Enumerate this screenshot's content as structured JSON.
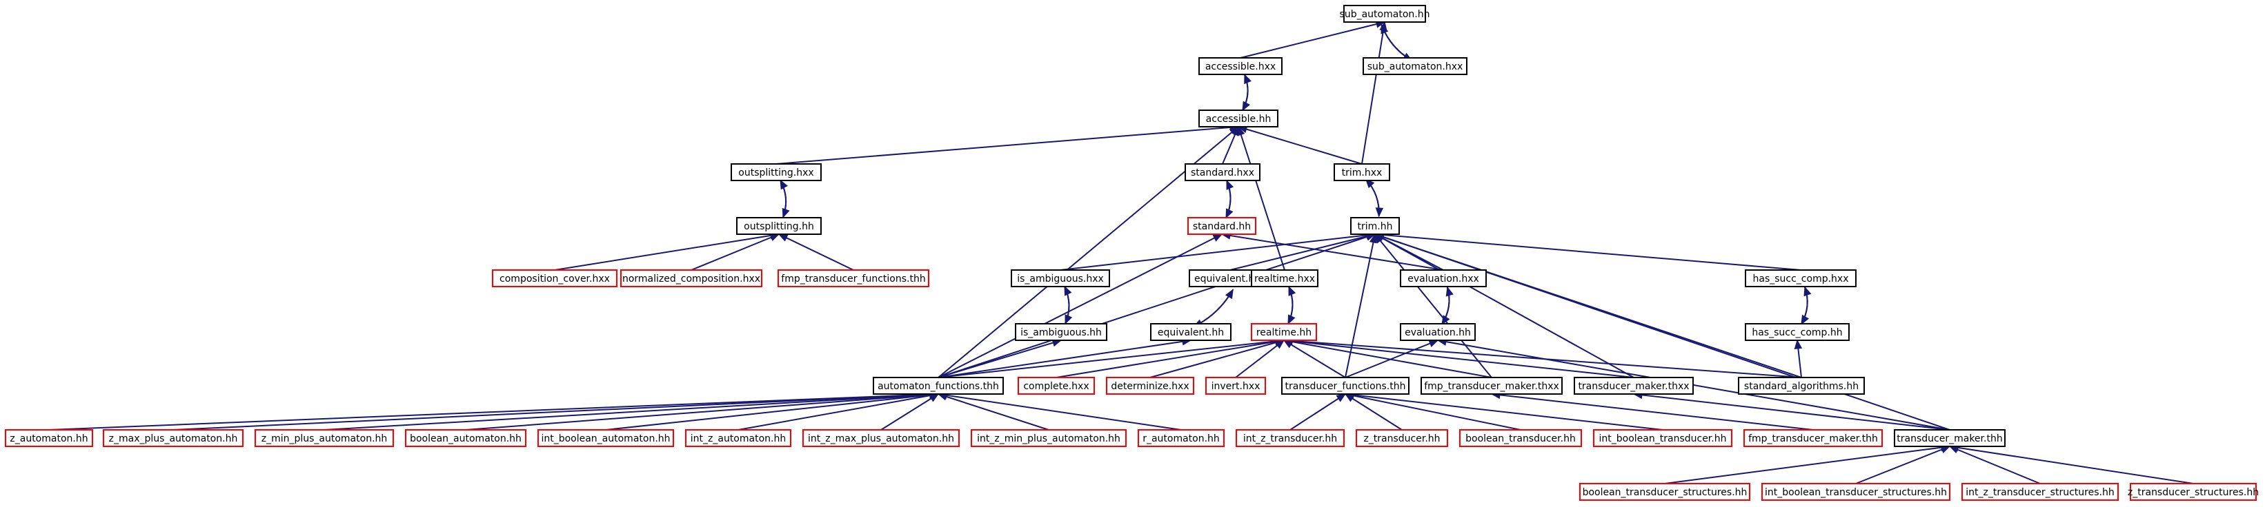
{
  "colors": {
    "edge": "#191970",
    "border_black": "#000000",
    "border_red": "#ff0000",
    "root_fill": "#bfbfbf"
  },
  "nodes": [
    {
      "id": "sub_automaton_hh",
      "label": "sub_automaton.hh",
      "style": "root"
    },
    {
      "id": "accessible_hxx",
      "label": "accessible.hxx",
      "style": "black"
    },
    {
      "id": "sub_automaton_hxx",
      "label": "sub_automaton.hxx",
      "style": "black"
    },
    {
      "id": "accessible_hh",
      "label": "accessible.hh",
      "style": "black"
    },
    {
      "id": "outsplitting_hxx",
      "label": "outsplitting.hxx",
      "style": "black"
    },
    {
      "id": "standard_hxx",
      "label": "standard.hxx",
      "style": "black"
    },
    {
      "id": "trim_hxx",
      "label": "trim.hxx",
      "style": "black"
    },
    {
      "id": "outsplitting_hh",
      "label": "outsplitting.hh",
      "style": "black"
    },
    {
      "id": "standard_hh",
      "label": "standard.hh",
      "style": "red"
    },
    {
      "id": "trim_hh",
      "label": "trim.hh",
      "style": "black"
    },
    {
      "id": "composition_cover_hxx",
      "label": "composition_cover.hxx",
      "style": "red"
    },
    {
      "id": "normalized_composition_hxx",
      "label": "normalized_composition.hxx",
      "style": "red"
    },
    {
      "id": "fmp_transducer_functions_thh",
      "label": "fmp_transducer_functions.thh",
      "style": "red"
    },
    {
      "id": "is_ambiguous_hxx",
      "label": "is_ambiguous.hxx",
      "style": "black"
    },
    {
      "id": "equivalent_hxx",
      "label": "equivalent.hxx",
      "style": "black"
    },
    {
      "id": "realtime_hxx",
      "label": "realtime.hxx",
      "style": "black"
    },
    {
      "id": "evaluation_hxx",
      "label": "evaluation.hxx",
      "style": "black"
    },
    {
      "id": "has_succ_comp_hxx",
      "label": "has_succ_comp.hxx",
      "style": "black"
    },
    {
      "id": "is_ambiguous_hh",
      "label": "is_ambiguous.hh",
      "style": "black"
    },
    {
      "id": "equivalent_hh",
      "label": "equivalent.hh",
      "style": "black"
    },
    {
      "id": "realtime_hh",
      "label": "realtime.hh",
      "style": "red"
    },
    {
      "id": "evaluation_hh",
      "label": "evaluation.hh",
      "style": "black"
    },
    {
      "id": "has_succ_comp_hh",
      "label": "has_succ_comp.hh",
      "style": "black"
    },
    {
      "id": "automaton_functions_thh",
      "label": "automaton_functions.thh",
      "style": "black"
    },
    {
      "id": "complete_hxx",
      "label": "complete.hxx",
      "style": "red"
    },
    {
      "id": "determinize_hxx",
      "label": "determinize.hxx",
      "style": "red"
    },
    {
      "id": "invert_hxx",
      "label": "invert.hxx",
      "style": "red"
    },
    {
      "id": "transducer_functions_thh",
      "label": "transducer_functions.thh",
      "style": "black"
    },
    {
      "id": "fmp_transducer_maker_thxx",
      "label": "fmp_transducer_maker.thxx",
      "style": "black"
    },
    {
      "id": "transducer_maker_thxx",
      "label": "transducer_maker.thxx",
      "style": "black"
    },
    {
      "id": "standard_algorithms_hh",
      "label": "standard_algorithms.hh",
      "style": "black"
    },
    {
      "id": "z_automaton_hh",
      "label": "z_automaton.hh",
      "style": "red"
    },
    {
      "id": "z_max_plus_automaton_hh",
      "label": "z_max_plus_automaton.hh",
      "style": "red"
    },
    {
      "id": "z_min_plus_automaton_hh",
      "label": "z_min_plus_automaton.hh",
      "style": "red"
    },
    {
      "id": "boolean_automaton_hh",
      "label": "boolean_automaton.hh",
      "style": "red"
    },
    {
      "id": "int_boolean_automaton_hh",
      "label": "int_boolean_automaton.hh",
      "style": "red"
    },
    {
      "id": "int_z_automaton_hh",
      "label": "int_z_automaton.hh",
      "style": "red"
    },
    {
      "id": "int_z_max_plus_automaton_hh",
      "label": "int_z_max_plus_automaton.hh",
      "style": "red"
    },
    {
      "id": "int_z_min_plus_automaton_hh",
      "label": "int_z_min_plus_automaton.hh",
      "style": "red"
    },
    {
      "id": "r_automaton_hh",
      "label": "r_automaton.hh",
      "style": "red"
    },
    {
      "id": "int_z_transducer_hh",
      "label": "int_z_transducer.hh",
      "style": "red"
    },
    {
      "id": "z_transducer_hh",
      "label": "z_transducer.hh",
      "style": "red"
    },
    {
      "id": "boolean_transducer_hh",
      "label": "boolean_transducer.hh",
      "style": "red"
    },
    {
      "id": "int_boolean_transducer_hh",
      "label": "int_boolean_transducer.hh",
      "style": "red"
    },
    {
      "id": "fmp_transducer_maker_thh",
      "label": "fmp_transducer_maker.thh",
      "style": "red"
    },
    {
      "id": "transducer_maker_thh",
      "label": "transducer_maker.thh",
      "style": "black"
    },
    {
      "id": "boolean_transducer_structures_hh",
      "label": "boolean_transducer_structures.hh",
      "style": "red"
    },
    {
      "id": "int_boolean_transducer_structures_hh",
      "label": "int_boolean_transducer_structures.hh",
      "style": "red"
    },
    {
      "id": "int_z_transducer_structures_hh",
      "label": "int_z_transducer_structures.hh",
      "style": "red"
    },
    {
      "id": "z_transducer_structures_hh",
      "label": "z_transducer_structures.hh",
      "style": "red"
    }
  ],
  "edges": [
    {
      "from": "sub_automaton_hh",
      "to": "accessible_hxx"
    },
    {
      "from": "sub_automaton_hh",
      "to": "sub_automaton_hxx"
    },
    {
      "from": "sub_automaton_hxx",
      "to": "sub_automaton_hh"
    },
    {
      "from": "sub_automaton_hh",
      "to": "trim_hxx"
    },
    {
      "from": "accessible_hxx",
      "to": "accessible_hh"
    },
    {
      "from": "accessible_hh",
      "to": "accessible_hxx"
    },
    {
      "from": "accessible_hh",
      "to": "outsplitting_hxx"
    },
    {
      "from": "accessible_hh",
      "to": "standard_hxx"
    },
    {
      "from": "accessible_hh",
      "to": "trim_hxx"
    },
    {
      "from": "accessible_hh",
      "to": "automaton_functions_thh"
    },
    {
      "from": "accessible_hh",
      "to": "realtime_hxx"
    },
    {
      "from": "outsplitting_hxx",
      "to": "outsplitting_hh"
    },
    {
      "from": "outsplitting_hh",
      "to": "outsplitting_hxx"
    },
    {
      "from": "outsplitting_hh",
      "to": "composition_cover_hxx"
    },
    {
      "from": "outsplitting_hh",
      "to": "normalized_composition_hxx"
    },
    {
      "from": "outsplitting_hh",
      "to": "fmp_transducer_functions_thh"
    },
    {
      "from": "standard_hxx",
      "to": "standard_hh"
    },
    {
      "from": "standard_hh",
      "to": "standard_hxx"
    },
    {
      "from": "standard_hh",
      "to": "automaton_functions_thh"
    },
    {
      "from": "standard_hh",
      "to": "evaluation_hxx"
    },
    {
      "from": "trim_hxx",
      "to": "trim_hh"
    },
    {
      "from": "trim_hh",
      "to": "trim_hxx"
    },
    {
      "from": "trim_hh",
      "to": "is_ambiguous_hxx"
    },
    {
      "from": "trim_hh",
      "to": "equivalent_hxx"
    },
    {
      "from": "trim_hh",
      "to": "evaluation_hxx"
    },
    {
      "from": "trim_hh",
      "to": "has_succ_comp_hxx"
    },
    {
      "from": "trim_hh",
      "to": "automaton_functions_thh"
    },
    {
      "from": "trim_hh",
      "to": "transducer_functions_thh"
    },
    {
      "from": "trim_hh",
      "to": "fmp_transducer_maker_thxx"
    },
    {
      "from": "trim_hh",
      "to": "transducer_maker_thxx"
    },
    {
      "from": "trim_hh",
      "to": "standard_algorithms_hh"
    },
    {
      "from": "trim_hh",
      "to": "transducer_maker_thh"
    },
    {
      "from": "is_ambiguous_hxx",
      "to": "is_ambiguous_hh"
    },
    {
      "from": "is_ambiguous_hh",
      "to": "is_ambiguous_hxx"
    },
    {
      "from": "is_ambiguous_hh",
      "to": "automaton_functions_thh"
    },
    {
      "from": "equivalent_hxx",
      "to": "equivalent_hh"
    },
    {
      "from": "equivalent_hh",
      "to": "equivalent_hxx"
    },
    {
      "from": "equivalent_hh",
      "to": "automaton_functions_thh"
    },
    {
      "from": "realtime_hxx",
      "to": "realtime_hh"
    },
    {
      "from": "realtime_hh",
      "to": "realtime_hxx"
    },
    {
      "from": "realtime_hh",
      "to": "automaton_functions_thh"
    },
    {
      "from": "realtime_hh",
      "to": "complete_hxx"
    },
    {
      "from": "realtime_hh",
      "to": "determinize_hxx"
    },
    {
      "from": "realtime_hh",
      "to": "invert_hxx"
    },
    {
      "from": "realtime_hh",
      "to": "transducer_functions_thh"
    },
    {
      "from": "realtime_hh",
      "to": "fmp_transducer_maker_thxx"
    },
    {
      "from": "realtime_hh",
      "to": "transducer_maker_thxx"
    },
    {
      "from": "realtime_hh",
      "to": "standard_algorithms_hh"
    },
    {
      "from": "evaluation_hxx",
      "to": "evaluation_hh"
    },
    {
      "from": "evaluation_hh",
      "to": "evaluation_hxx"
    },
    {
      "from": "evaluation_hh",
      "to": "transducer_functions_thh"
    },
    {
      "from": "evaluation_hh",
      "to": "transducer_maker_thh"
    },
    {
      "from": "has_succ_comp_hxx",
      "to": "has_succ_comp_hh"
    },
    {
      "from": "has_succ_comp_hh",
      "to": "has_succ_comp_hxx"
    },
    {
      "from": "has_succ_comp_hh",
      "to": "standard_algorithms_hh"
    },
    {
      "from": "automaton_functions_thh",
      "to": "z_automaton_hh"
    },
    {
      "from": "automaton_functions_thh",
      "to": "z_max_plus_automaton_hh"
    },
    {
      "from": "automaton_functions_thh",
      "to": "z_min_plus_automaton_hh"
    },
    {
      "from": "automaton_functions_thh",
      "to": "boolean_automaton_hh"
    },
    {
      "from": "automaton_functions_thh",
      "to": "int_boolean_automaton_hh"
    },
    {
      "from": "automaton_functions_thh",
      "to": "int_z_automaton_hh"
    },
    {
      "from": "automaton_functions_thh",
      "to": "int_z_max_plus_automaton_hh"
    },
    {
      "from": "automaton_functions_thh",
      "to": "int_z_min_plus_automaton_hh"
    },
    {
      "from": "automaton_functions_thh",
      "to": "r_automaton_hh"
    },
    {
      "from": "transducer_functions_thh",
      "to": "int_z_transducer_hh"
    },
    {
      "from": "transducer_functions_thh",
      "to": "z_transducer_hh"
    },
    {
      "from": "transducer_functions_thh",
      "to": "boolean_transducer_hh"
    },
    {
      "from": "transducer_functions_thh",
      "to": "int_boolean_transducer_hh"
    },
    {
      "from": "fmp_transducer_maker_thxx",
      "to": "fmp_transducer_maker_thh"
    },
    {
      "from": "transducer_maker_thxx",
      "to": "transducer_maker_thh"
    },
    {
      "from": "transducer_maker_thh",
      "to": "boolean_transducer_structures_hh"
    },
    {
      "from": "transducer_maker_thh",
      "to": "int_boolean_transducer_structures_hh"
    },
    {
      "from": "transducer_maker_thh",
      "to": "int_z_transducer_structures_hh"
    },
    {
      "from": "transducer_maker_thh",
      "to": "z_transducer_structures_hh"
    }
  ]
}
